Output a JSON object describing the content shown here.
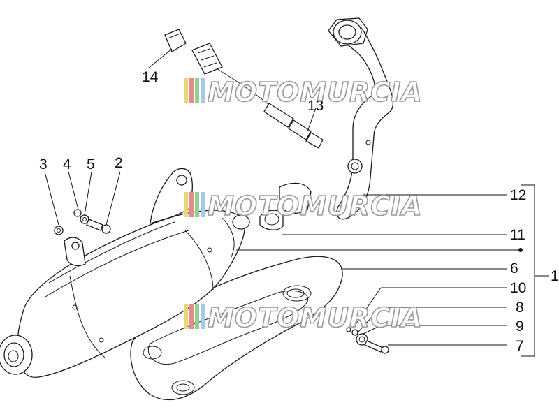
{
  "diagram": {
    "callouts": [
      {
        "id": "1",
        "text": "1"
      },
      {
        "id": "2",
        "text": "2"
      },
      {
        "id": "3",
        "text": "3"
      },
      {
        "id": "4",
        "text": "4"
      },
      {
        "id": "5",
        "text": "5"
      },
      {
        "id": "6",
        "text": "6"
      },
      {
        "id": "7",
        "text": "7"
      },
      {
        "id": "8",
        "text": "8"
      },
      {
        "id": "9",
        "text": "9"
      },
      {
        "id": "10",
        "text": "10"
      },
      {
        "id": "11",
        "text": "11"
      },
      {
        "id": "12",
        "text": "12"
      },
      {
        "id": "13",
        "text": "13"
      },
      {
        "id": "14",
        "text": "14"
      }
    ]
  },
  "watermark": {
    "text": "MOTOMURCIA",
    "stripe_colors": [
      "#e8d77a",
      "#e98a8a",
      "#8fcf8f",
      "#a8c8e8"
    ]
  }
}
